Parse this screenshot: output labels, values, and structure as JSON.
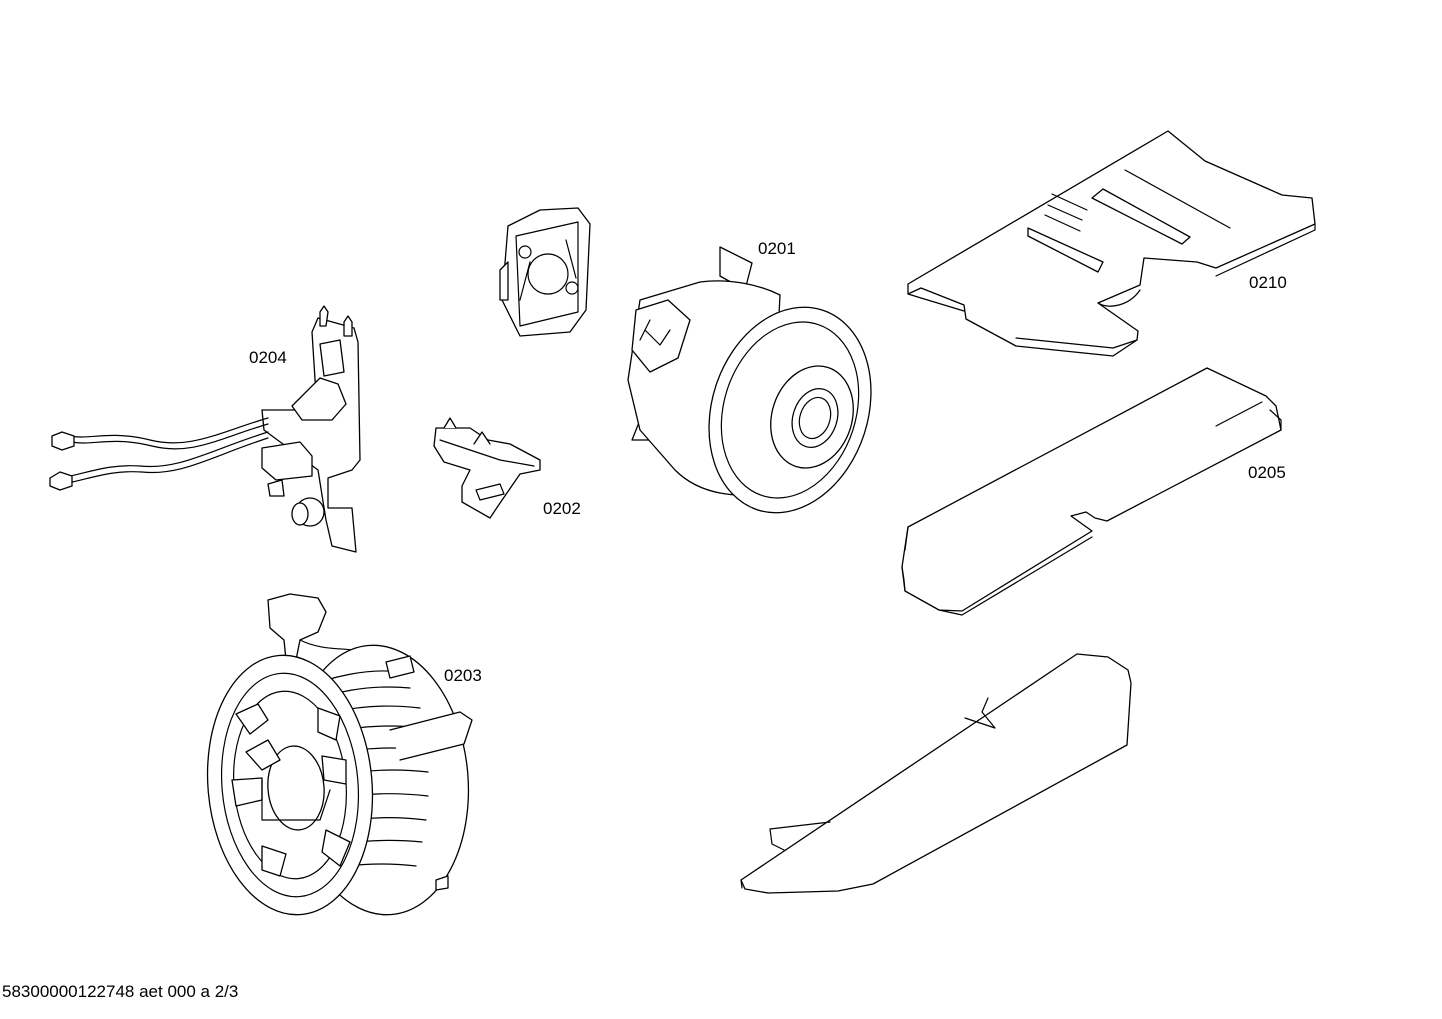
{
  "diagram": {
    "parts": [
      {
        "id": "motor",
        "label": "0201",
        "icon": "motor-icon"
      },
      {
        "id": "connector",
        "label": "0202",
        "icon": "connector-icon"
      },
      {
        "id": "cable-reel",
        "label": "0203",
        "icon": "cable-reel-icon"
      },
      {
        "id": "circuit-board",
        "label": "0204",
        "icon": "circuit-board-icon"
      },
      {
        "id": "filter-plate",
        "label": "0205",
        "icon": "plate-icon"
      },
      {
        "id": "cover-plate",
        "label": "0210",
        "icon": "plate-icon"
      }
    ],
    "footer": "58300000122748 aet 000 a 2/3"
  }
}
